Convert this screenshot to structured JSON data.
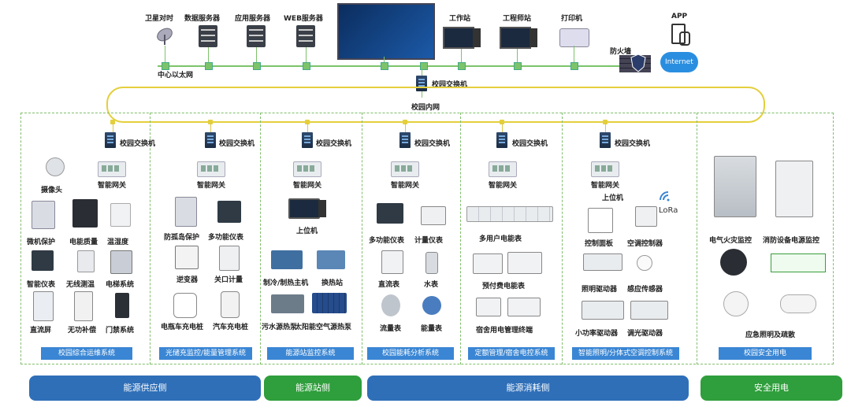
{
  "top": {
    "devices": [
      "卫星对时",
      "数据服务器",
      "应用服务器",
      "WEB服务器",
      "工作站",
      "工程师站",
      "打印机",
      "APP"
    ],
    "firewall": "防火墙",
    "internet": "Internet",
    "ethernet": "中心以太网",
    "campus_switch": "校园交换机",
    "campus_net": "校园内网"
  },
  "switch_label": "校园交换机",
  "gateway_label": "智能网关",
  "sections": [
    {
      "items": [
        "摄像头",
        "微机保护",
        "电能质量",
        "温湿度",
        "智能仪表",
        "无线测温",
        "电梯系统",
        "直流屏",
        "无功补偿",
        "门禁系统"
      ],
      "system": "校园综合运维系统"
    },
    {
      "items": [
        "防孤岛保护",
        "多功能仪表",
        "逆变器",
        "关口计量",
        "电瓶车充电桩",
        "汽车充电桩"
      ],
      "system": "光储充监控/能量管理系统"
    },
    {
      "items": [
        "上位机",
        "制冷/制热主机",
        "换热站",
        "污水源热泵",
        "太阳能空气源热泵"
      ],
      "system": "能源站监控系统"
    },
    {
      "items": [
        "多功能仪表",
        "计量仪表",
        "直流表",
        "水表",
        "流量表",
        "能量表"
      ],
      "system": "校园能耗分析系统"
    },
    {
      "items": [
        "多用户电能表",
        "预付费电能表",
        "宿舍用电管理终端"
      ],
      "system": "定额管理/宿舍电控系统"
    },
    {
      "items": [
        "上位机",
        "LoRa",
        "控制面板",
        "空调控制器",
        "照明驱动器",
        "感应传感器",
        "小功率驱动器",
        "调光驱动器"
      ],
      "system": "智能照明/分体式空调控制系统"
    },
    {
      "items": [
        "电气火灾监控",
        "消防设备电源监控",
        "应急照明及疏散"
      ],
      "system": "校园安全用电"
    }
  ],
  "categories": [
    "能源供应侧",
    "能源站侧",
    "能源消耗侧",
    "安全用电"
  ],
  "colors": {
    "blue": "#2f6fb8",
    "green": "#2f9e3c",
    "bar": "#3a86d4"
  }
}
